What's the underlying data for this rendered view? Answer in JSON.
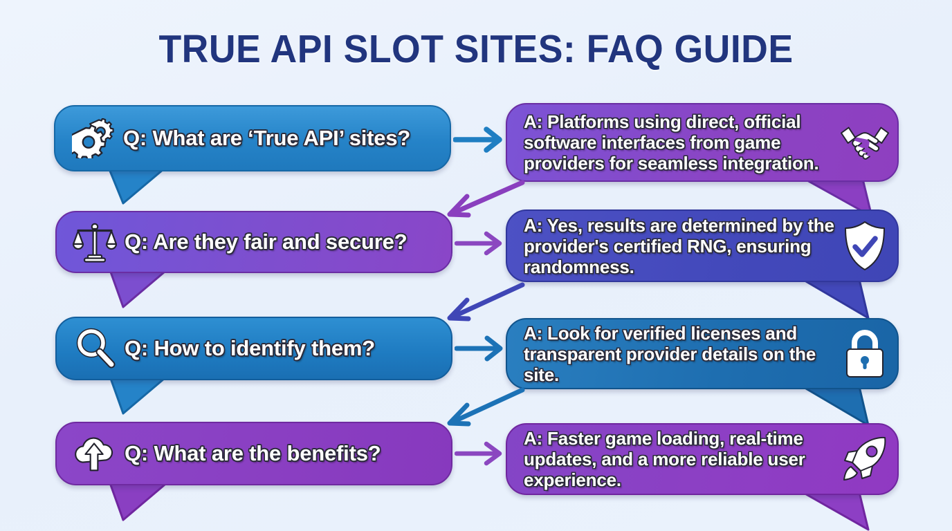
{
  "page": {
    "title": "TRUE API SLOT SITES: FAQ GUIDE",
    "background_color": "#eaf2fc",
    "title_color": "#21357e"
  },
  "faq": {
    "rows": [
      {
        "question": {
          "label": "Q: What are ‘True API’ sites?",
          "icon": "gears-icon",
          "color": "#2583c8"
        },
        "answer": {
          "label": "A: Platforms using direct, official software interfaces from game providers for seamless integration.",
          "icon": "handshake-icon",
          "color": "#8b44c4"
        },
        "arrow_across": {
          "name": "arrow-q1-to-a1",
          "color": "#1f7ec2",
          "direction": "right"
        },
        "arrow_down": {
          "name": "arrow-a1-to-q2",
          "color": "#8a3fbe",
          "direction": "down-left"
        }
      },
      {
        "question": {
          "label": "Q: Are they fair and secure?",
          "icon": "scales-icon",
          "color": "#7d4fcf"
        },
        "answer": {
          "label": "A: Yes, results are determined by the provider's certified RNG, ensuring randomness.",
          "icon": "shield-check-icon",
          "color": "#4349bb"
        },
        "arrow_across": {
          "name": "arrow-q2-to-a2",
          "color": "#8b47c0",
          "direction": "right"
        },
        "arrow_down": {
          "name": "arrow-a2-to-q3",
          "color": "#3f46b6",
          "direction": "down-left"
        }
      },
      {
        "question": {
          "label": "Q: How to identify them?",
          "icon": "magnifier-icon",
          "color": "#1f7cc2"
        },
        "answer": {
          "label": "A: Look for verified licenses and transparent provider details on the site.",
          "icon": "padlock-icon",
          "color": "#1e6eb0"
        },
        "arrow_across": {
          "name": "arrow-q3-to-a3",
          "color": "#1c72b6",
          "direction": "right"
        },
        "arrow_down": {
          "name": "arrow-a3-to-q4",
          "color": "#1c72b6",
          "direction": "down-left"
        }
      },
      {
        "question": {
          "label": "Q: What are the benefits?",
          "icon": "cloud-upload-icon",
          "color": "#8a3fc2"
        },
        "answer": {
          "label": "A: Faster game loading, real-time updates, and a more reliable user experience.",
          "icon": "rocket-icon",
          "color": "#8d3fc4"
        },
        "arrow_across": {
          "name": "arrow-q4-to-a4",
          "color": "#8b47c0",
          "direction": "right"
        },
        "arrow_down": null
      }
    ]
  }
}
